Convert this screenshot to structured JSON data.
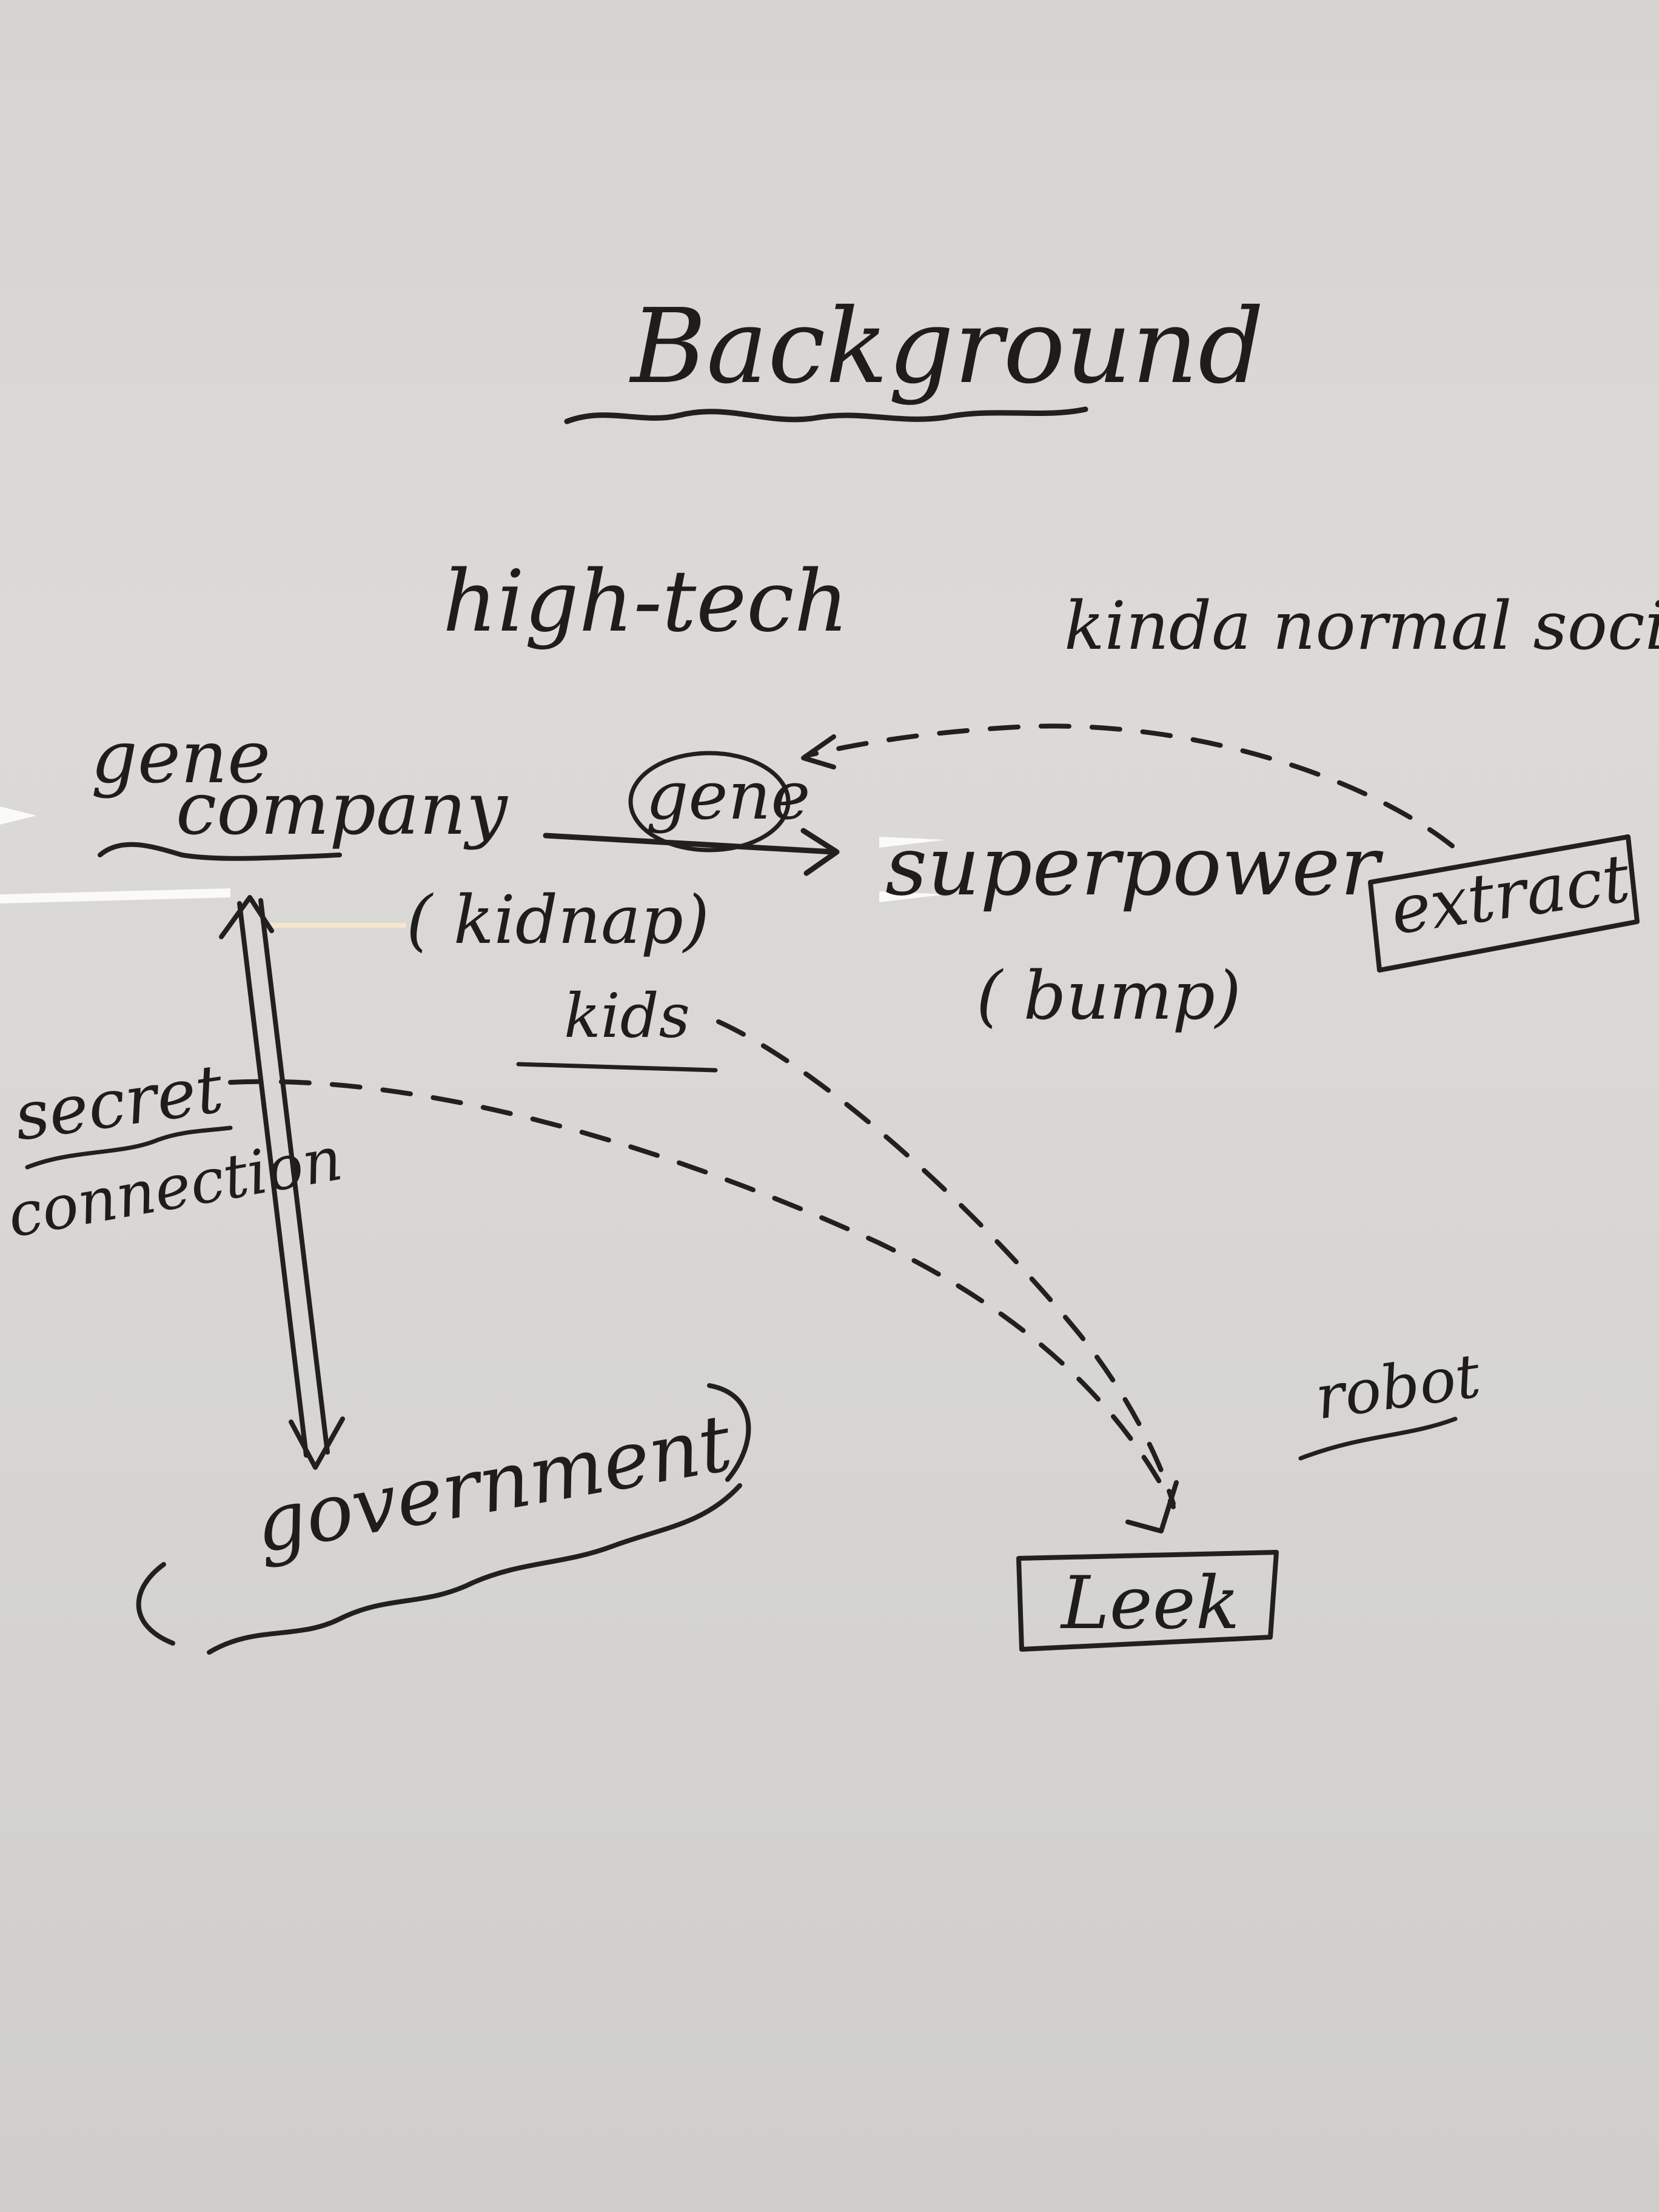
{
  "diagram": {
    "title": "Background",
    "nodes": {
      "high_tech": "high-tech",
      "society": "kinda normal society",
      "gene_company": [
        "gene",
        "company"
      ],
      "gene": "gene",
      "superpower": "superpower",
      "extract": "extract",
      "kidnap": "( kidnap)",
      "kids": "kids",
      "bump": "( bump)",
      "secret": "secret",
      "connection": "connection",
      "government": "government",
      "robot": "robot",
      "leek": "Leek"
    },
    "edges": [
      {
        "from": "gene company",
        "to": "superpower",
        "label": "gene",
        "style": "solid"
      },
      {
        "from": "extract",
        "to": "gene",
        "style": "dashed"
      },
      {
        "from": "gene company",
        "to": "government",
        "label": "secret connection",
        "style": "double"
      },
      {
        "from": "secret connection",
        "to": "Leek",
        "style": "dashed"
      },
      {
        "from": "kids",
        "to": "Leek",
        "style": "dashed"
      }
    ]
  },
  "colors": {
    "ink": "#1f1d1b",
    "board": "#d9d7d4"
  }
}
